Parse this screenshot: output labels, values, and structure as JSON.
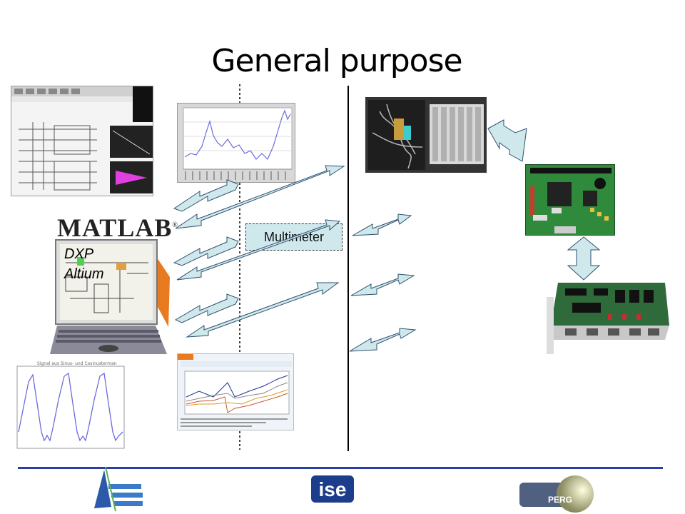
{
  "slide": {
    "title": "General purpose",
    "labels": {
      "matlab": "MATLAB",
      "dxp": "DXP",
      "altium": "Altium",
      "multimeter": "Multimeter"
    }
  },
  "colors": {
    "arrow_fill": "#cfe8ec",
    "arrow_stroke": "#2f4f6f",
    "footer_line": "#2a3ca8",
    "plot_line": "#6b6be0"
  },
  "icons": [
    "software-screenshot",
    "laptop-icon",
    "signal-plot",
    "data-plot",
    "instrument-rack",
    "pcb-board",
    "vme-card",
    "logo-left",
    "logo-ise",
    "logo-perg"
  ],
  "footer": {
    "center_logo": "ise",
    "right_logo": "PERG"
  }
}
